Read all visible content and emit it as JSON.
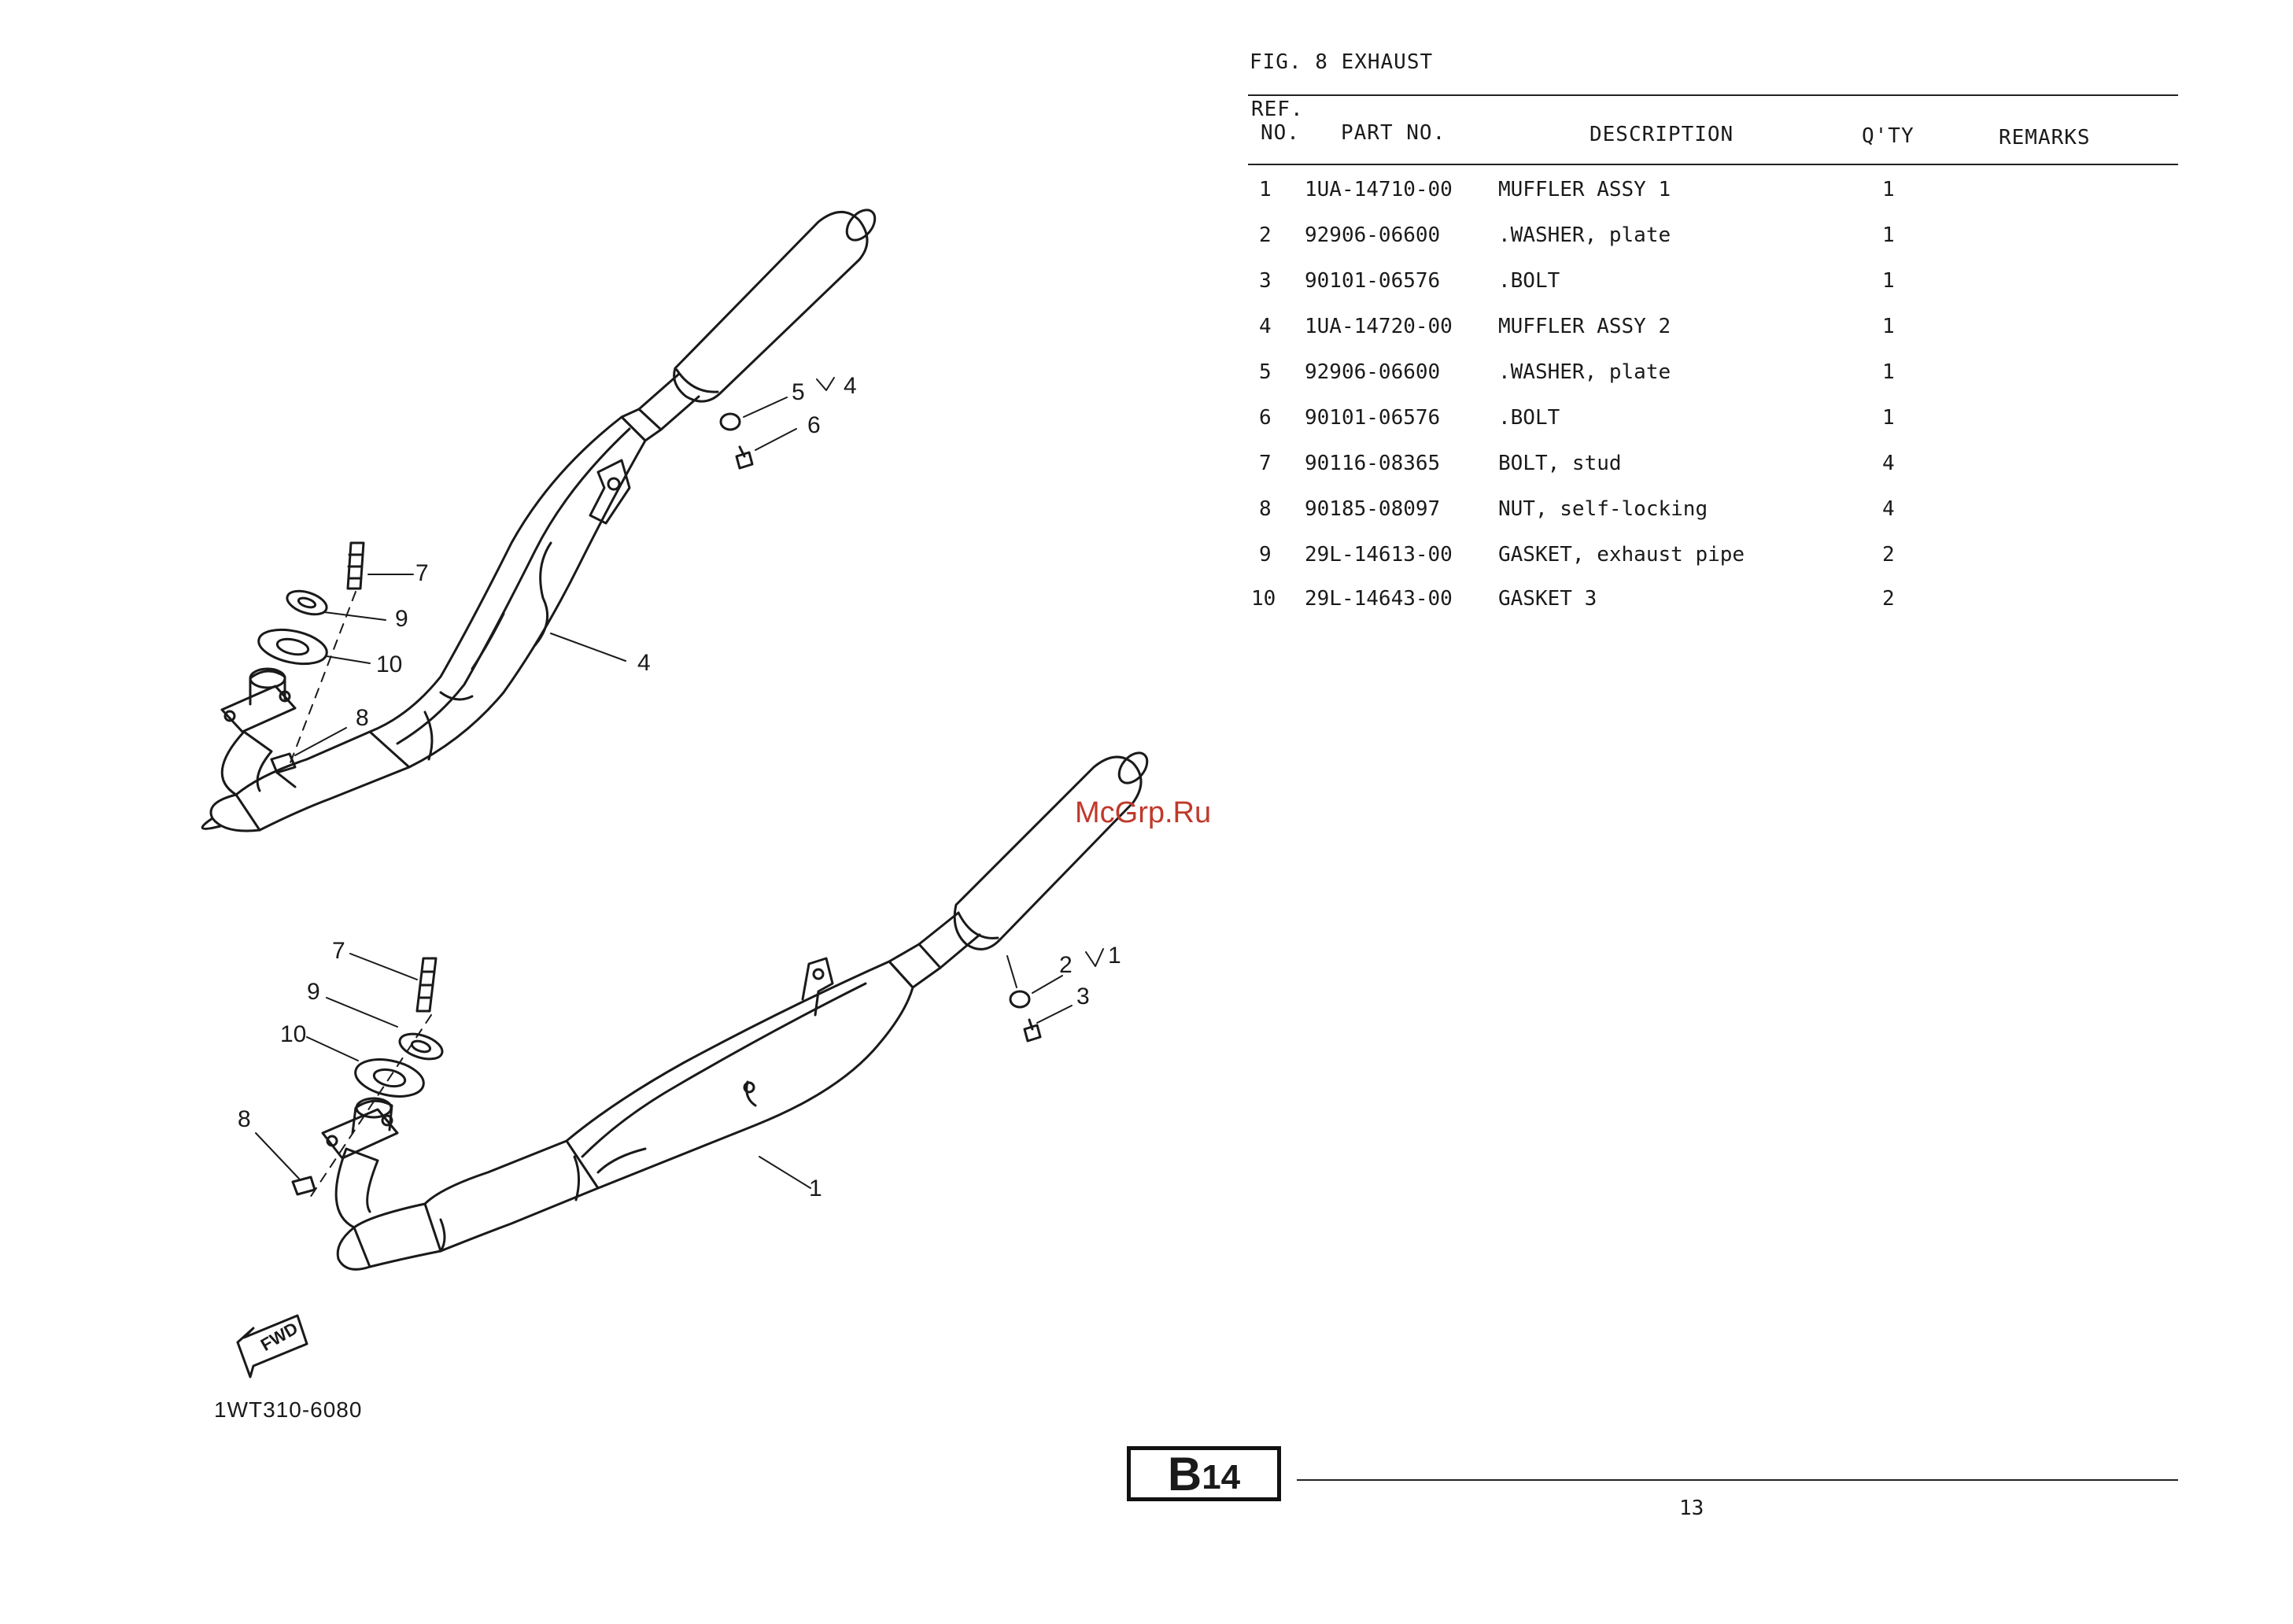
{
  "figure": {
    "title": "FIG.  8  EXHAUST",
    "reference_code": "1WT310-6080",
    "fwd_label": "FWD",
    "upper_callouts": [
      "7",
      "9",
      "10",
      "8",
      "4",
      "5",
      "6",
      "4"
    ],
    "lower_callouts": [
      "7",
      "9",
      "10",
      "8",
      "1",
      "2",
      "3",
      "1"
    ]
  },
  "table": {
    "headers": {
      "ref_line1": "REF.",
      "ref_line2": "NO.",
      "part_no": "PART NO.",
      "description": "DESCRIPTION",
      "qty": "Q'TY",
      "remarks": "REMARKS"
    },
    "rows": [
      {
        "ref": "1",
        "part_no": "1UA-14710-00",
        "description": "MUFFLER ASSY 1",
        "qty": "1",
        "remarks": ""
      },
      {
        "ref": "2",
        "part_no": "92906-06600",
        "description": ".WASHER, plate",
        "qty": "1",
        "remarks": ""
      },
      {
        "ref": "3",
        "part_no": "90101-06576",
        "description": ".BOLT",
        "qty": "1",
        "remarks": ""
      },
      {
        "ref": "4",
        "part_no": "1UA-14720-00",
        "description": "MUFFLER ASSY 2",
        "qty": "1",
        "remarks": ""
      },
      {
        "ref": "5",
        "part_no": "92906-06600",
        "description": ".WASHER, plate",
        "qty": "1",
        "remarks": ""
      },
      {
        "ref": "6",
        "part_no": "90101-06576",
        "description": ".BOLT",
        "qty": "1",
        "remarks": ""
      },
      {
        "ref": "7",
        "part_no": "90116-08365",
        "description": "BOLT, stud",
        "qty": "4",
        "remarks": ""
      },
      {
        "ref": "8",
        "part_no": "90185-08097",
        "description": "NUT, self-locking",
        "qty": "4",
        "remarks": ""
      },
      {
        "ref": "9",
        "part_no": "29L-14613-00",
        "description": "GASKET, exhaust pipe",
        "qty": "2",
        "remarks": ""
      },
      {
        "ref": "10",
        "part_no": "29L-14643-00",
        "description": "GASKET 3",
        "qty": "2",
        "remarks": ""
      }
    ]
  },
  "footer": {
    "section_letter": "B",
    "section_number": "14",
    "page_number": "13"
  },
  "watermark": "McGrp.Ru"
}
